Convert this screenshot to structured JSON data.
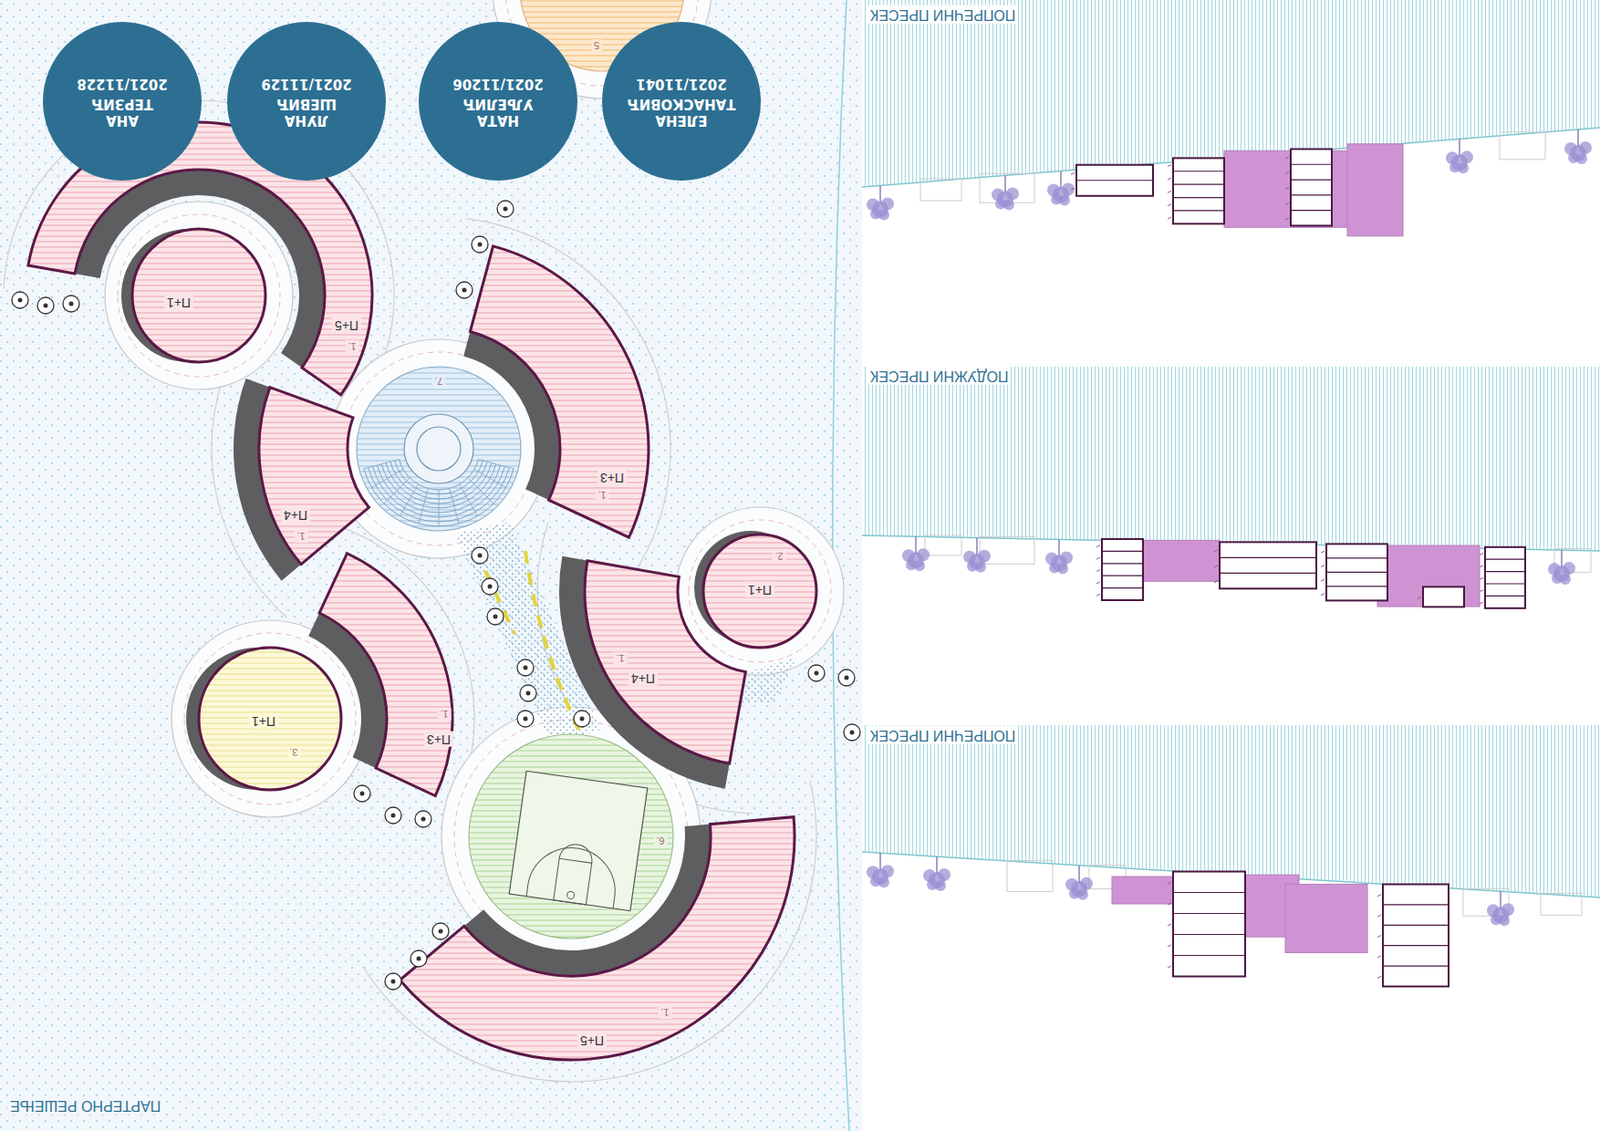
{
  "diagram": {
    "nodes": [
      {
        "text": [
          "ЕЛЕНА ТАНАСКОВИЋ",
          "2021/11041"
        ]
      },
      {
        "text": [
          "НАТА УЉЕЛИЋ",
          "2021/11206"
        ]
      },
      {
        "text": [
          "ЛУНА ШЕВИЋ",
          "2021/11129"
        ]
      },
      {
        "text": [
          "АНА ТЕРЗИЋ",
          "2021/11228"
        ]
      }
    ],
    "labels": [
      "ПАРТЕРНО РЕШЕЊЕ",
      "П+5",
      "1.",
      "6.",
      "П+3",
      "1.",
      "3.",
      "П+1",
      "П+4",
      "1.",
      "П+1",
      "2.",
      "1.",
      "П+4",
      "П+3",
      "1.",
      "7.",
      "1.",
      "П+5",
      "П+1",
      "5",
      "ПОПРЕЧНИ ПРЕСЕК",
      "ПОДУЖНИ ПРЕСЕК",
      "ПОПРЕЧНИ ПРЕСЕК"
    ]
  }
}
